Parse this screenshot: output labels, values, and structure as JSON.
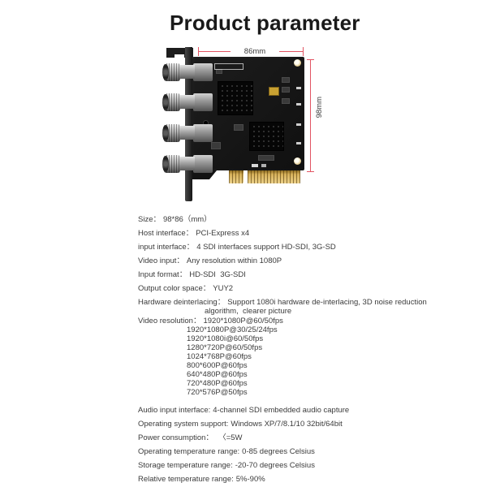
{
  "title": "Product parameter",
  "figure": {
    "description": "4-channel SDI PCI-Express capture card, top view",
    "dim_width_label": "86mm",
    "dim_height_label": "98mm",
    "accent_color": "#e25563"
  },
  "specs": {
    "rows": [
      {
        "cls": "m",
        "label": "Size：",
        "value": "98*86（mm）"
      },
      {
        "cls": "m",
        "label": "Host interface：",
        "value": "PCI-Express x4"
      },
      {
        "cls": "m",
        "label": "input interface：",
        "value": "4 SDI interfaces support HD-SDI, 3G-SD"
      },
      {
        "cls": "m",
        "label": "Video input：",
        "value": "Any resolution within 1080P"
      },
      {
        "cls": "m",
        "label": "Input format：",
        "value": "HD-SDI  3G-SDI"
      },
      {
        "cls": "m",
        "label": "Output color space：",
        "value": "YUY2"
      },
      {
        "cls": "m",
        "label": "Hardware deinterlacing：",
        "value": "Support 1080i hardware de-interlacing, 3D noise reduction"
      },
      {
        "cls": "w",
        "label": "",
        "value": "algorithm,  clearer picture"
      },
      {
        "cls": "vr",
        "label": "Video resolution：",
        "value": "1920*1080P@60/50fps"
      },
      {
        "cls": "r",
        "label": "",
        "value": "1920*1080P@30/25/24fps"
      },
      {
        "cls": "r",
        "label": "",
        "value": "1920*1080i@60/50fps"
      },
      {
        "cls": "r",
        "label": "",
        "value": "1280*720P@60/50fps"
      },
      {
        "cls": "r",
        "label": "",
        "value": "1024*768P@60fps"
      },
      {
        "cls": "r",
        "label": "",
        "value": "800*600P@60fps"
      },
      {
        "cls": "r",
        "label": "",
        "value": "640*480P@60fps"
      },
      {
        "cls": "r",
        "label": "",
        "value": "720*480P@60fps"
      },
      {
        "cls": "r",
        "label": "",
        "value": "720*576P@50fps"
      },
      {
        "cls": "a",
        "label": "Audio input interface:",
        "value": "4-channel SDI embedded audio capture"
      },
      {
        "cls": "s",
        "label": "Operating system support:",
        "value": "Windows XP/7/8.1/10 32bit/64bit"
      },
      {
        "cls": "s p",
        "label": "Power consumption：",
        "value": "〈=5W"
      },
      {
        "cls": "s",
        "label": "Operating temperature range:",
        "value": "0-85 degrees Celsius"
      },
      {
        "cls": "s",
        "label": "Storage temperature range:",
        "value": "-20-70 degrees Celsius"
      },
      {
        "cls": "s",
        "label": "Relative temperature range:",
        "value": "5%-90%"
      }
    ]
  }
}
